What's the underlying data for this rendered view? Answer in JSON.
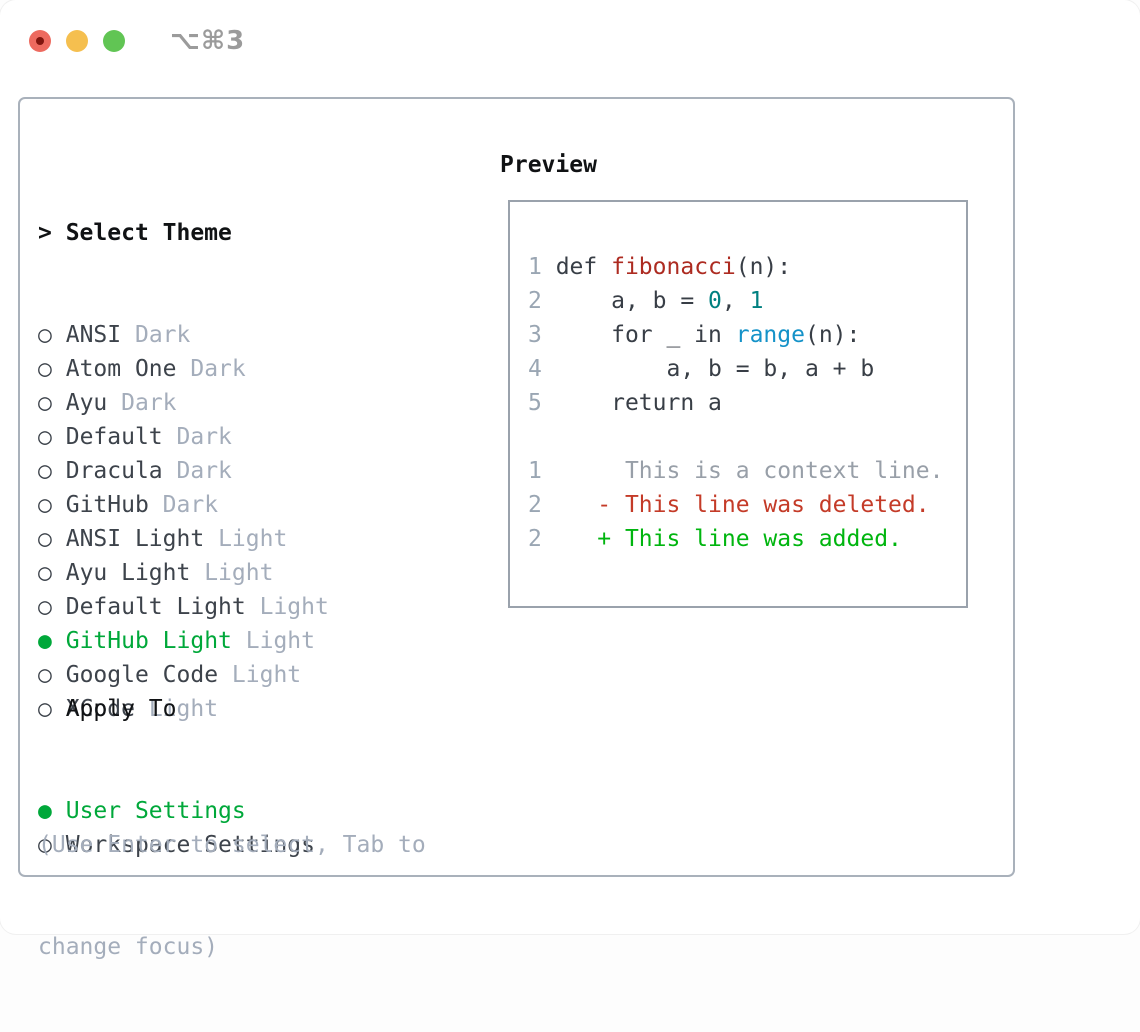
{
  "window": {
    "shortcut": "⌥⌘3",
    "traffic_lights": [
      "close",
      "minimize",
      "zoom"
    ]
  },
  "markers": {
    "selected": "●",
    "unselected": "○"
  },
  "theme_panel": {
    "prompt": "> ",
    "header": "Select Theme",
    "themes": [
      {
        "name": "ANSI",
        "variant": "Dark",
        "selected": false
      },
      {
        "name": "Atom One",
        "variant": "Dark",
        "selected": false
      },
      {
        "name": "Ayu",
        "variant": "Dark",
        "selected": false
      },
      {
        "name": "Default",
        "variant": "Dark",
        "selected": false
      },
      {
        "name": "Dracula",
        "variant": "Dark",
        "selected": false
      },
      {
        "name": "GitHub",
        "variant": "Dark",
        "selected": false
      },
      {
        "name": "ANSI Light",
        "variant": "Light",
        "selected": false
      },
      {
        "name": "Ayu Light",
        "variant": "Light",
        "selected": false
      },
      {
        "name": "Default Light",
        "variant": "Light",
        "selected": false
      },
      {
        "name": "GitHub Light",
        "variant": "Light",
        "selected": true
      },
      {
        "name": "Google Code",
        "variant": "Light",
        "selected": false
      },
      {
        "name": "XCode",
        "variant": "Light",
        "selected": false
      }
    ],
    "apply_header": "Apply To",
    "apply_options": [
      {
        "label": "User Settings",
        "selected": true
      },
      {
        "label": "Workspace Settings",
        "selected": false
      }
    ],
    "hint_lines": [
      "(Use Enter to select, Tab to",
      "change focus)"
    ]
  },
  "preview": {
    "header": "Preview",
    "code_lines": [
      {
        "num": "1",
        "tokens": [
          {
            "t": " def ",
            "c": "code"
          },
          {
            "t": "fibonacci",
            "c": "fn"
          },
          {
            "t": "(n):",
            "c": "code"
          }
        ]
      },
      {
        "num": "2",
        "tokens": [
          {
            "t": "     a, b = ",
            "c": "code"
          },
          {
            "t": "0",
            "c": "lit"
          },
          {
            "t": ", ",
            "c": "code"
          },
          {
            "t": "1",
            "c": "lit"
          }
        ]
      },
      {
        "num": "3",
        "tokens": [
          {
            "t": "     for _ in ",
            "c": "code"
          },
          {
            "t": "range",
            "c": "builtin"
          },
          {
            "t": "(n):",
            "c": "code"
          }
        ]
      },
      {
        "num": "4",
        "tokens": [
          {
            "t": "         a, b = b, a + b",
            "c": "code"
          }
        ]
      },
      {
        "num": "5",
        "tokens": [
          {
            "t": "     return a",
            "c": "code"
          }
        ]
      },
      {
        "num": "",
        "tokens": []
      },
      {
        "num": "1",
        "tokens": [
          {
            "t": "      This is a context line.",
            "c": "ctx"
          }
        ]
      },
      {
        "num": "2",
        "tokens": [
          {
            "t": "    ",
            "c": "code"
          },
          {
            "t": "- This line was deleted.",
            "c": "del"
          }
        ]
      },
      {
        "num": "2",
        "tokens": [
          {
            "t": "    ",
            "c": "code"
          },
          {
            "t": "+ This line was added.",
            "c": "add"
          }
        ]
      }
    ]
  },
  "colors": {
    "accent_green": "#00a83a",
    "traffic_red": "#ed6a5f",
    "traffic_red_dot": "#80150e",
    "traffic_yellow": "#f5bf4f",
    "traffic_green": "#61c554",
    "panel_border": "#a9b1bb",
    "text_primary": "#3d434b",
    "text_header": "#101214",
    "text_muted": "#a4adbb",
    "line_number": "#9aa6b3",
    "code_default": "#383e46",
    "code_function": "#ad2b21",
    "code_literal": "#008080",
    "code_builtin": "#1492c8",
    "diff_context": "#989fa8",
    "diff_deleted": "#c43b28",
    "diff_added": "#00b50f",
    "titlebar_text": "#9b9b9b"
  }
}
